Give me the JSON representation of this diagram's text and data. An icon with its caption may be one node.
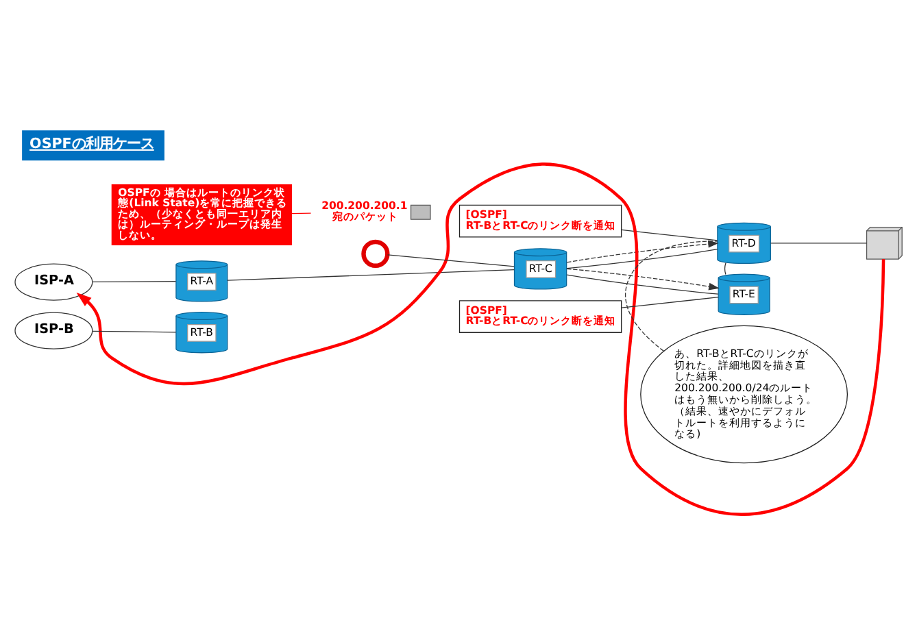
{
  "diagram": {
    "title": "OSPFの利用ケース",
    "nodes": [
      {
        "text": [
          "OSPFの 場合はルートのリンク状態(Link State)を常に把握できるため、（少なくとも同一エリア内は）ルーティング・ループは発生しない。"
        ]
      },
      {
        "text": [
          "[OSPF]",
          "RT-BとRT-Cのリンク断を通知"
        ]
      },
      {
        "text": [
          "ISP-A"
        ]
      },
      {
        "text": [
          "RT-A"
        ]
      },
      {
        "text": [],
        "shape": "box",
        "beside": [
          "200.200.200.1 宛のパケット"
        ]
      },
      {
        "text": [
          "RT-C"
        ]
      },
      {
        "text": [
          "RT-D"
        ]
      },
      {
        "text": [],
        "shape": "picture"
      },
      {
        "text": [
          "ISP-B"
        ]
      },
      {
        "text": [
          "RT-B"
        ]
      },
      {
        "text": [],
        "shape": "circle"
      },
      {
        "text": [
          "RT-E"
        ]
      },
      {
        "text": [
          "[OSPF]",
          "RT-BとRT-Cのリンク断を通知"
        ]
      },
      {
        "text": [
          "あ、RT-BとRT-Cのリンクが切れた。詳細地図を描き直した結果、200.200.200.0/24のルートはもう無いから削除しよう。",
          "（結果、速やかにデフォルトルートを利用するようになる)"
        ]
      }
    ],
    "edges": [
      {
        "from": 2,
        "to": 3,
        "arrow": "none"
      },
      {
        "from": 3,
        "to": 5,
        "arrow": "none"
      },
      {
        "from": 8,
        "to": 9,
        "arrow": "none"
      },
      {
        "from": 10,
        "to": 5,
        "arrow": "none"
      },
      {
        "from": 5,
        "to": 6,
        "arrow": "none"
      },
      {
        "from": 5,
        "to": 11,
        "arrow": "none"
      },
      {
        "from": 11,
        "to": 6,
        "arrow": "none"
      },
      {
        "from": 6,
        "to": 7,
        "arrow": "none"
      },
      {
        "from": 7,
        "to": 2,
        "arrow": "to",
        "style": "thick",
        "color": "#ff0000"
      },
      {
        "from": 5,
        "to": 6,
        "arrow": "to",
        "style": "dashed"
      },
      {
        "from": 5,
        "to": 11,
        "arrow": "to",
        "style": "dashed"
      },
      {
        "from": 0,
        "to": 4,
        "arrow": "none",
        "color": "#ff0000"
      },
      {
        "from": 1,
        "to": 6,
        "arrow": "none"
      },
      {
        "from": 12,
        "to": 11,
        "arrow": "none"
      },
      {
        "from": 13,
        "to": 6,
        "arrow": "none",
        "style": "dashed"
      }
    ]
  }
}
